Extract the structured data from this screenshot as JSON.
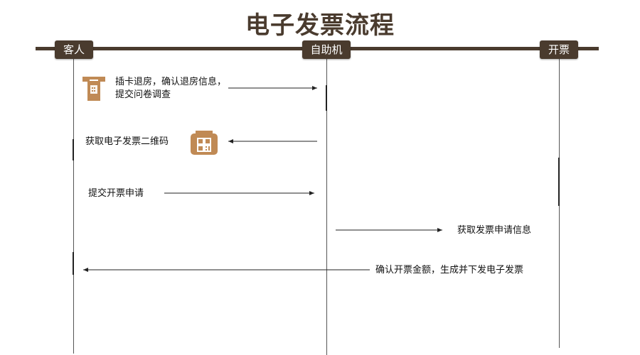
{
  "title": "电子发票流程",
  "actors": {
    "guest": "客人",
    "kiosk": "自助机",
    "invoicing": "开票"
  },
  "messages": {
    "m1": "插卡退房，确认退房信息，提交问卷调查",
    "m2": "获取电子发票二维码",
    "m3": "提交开票申请",
    "m4": "获取发票申请信息",
    "m5": "确认开票金额，生成并下发电子发票"
  },
  "icons": {
    "card": "card-reader-icon",
    "qr": "qr-code-icon"
  },
  "colors": {
    "brand": "#4a3b2e",
    "icon": "#c08a55",
    "line": "#555555"
  }
}
